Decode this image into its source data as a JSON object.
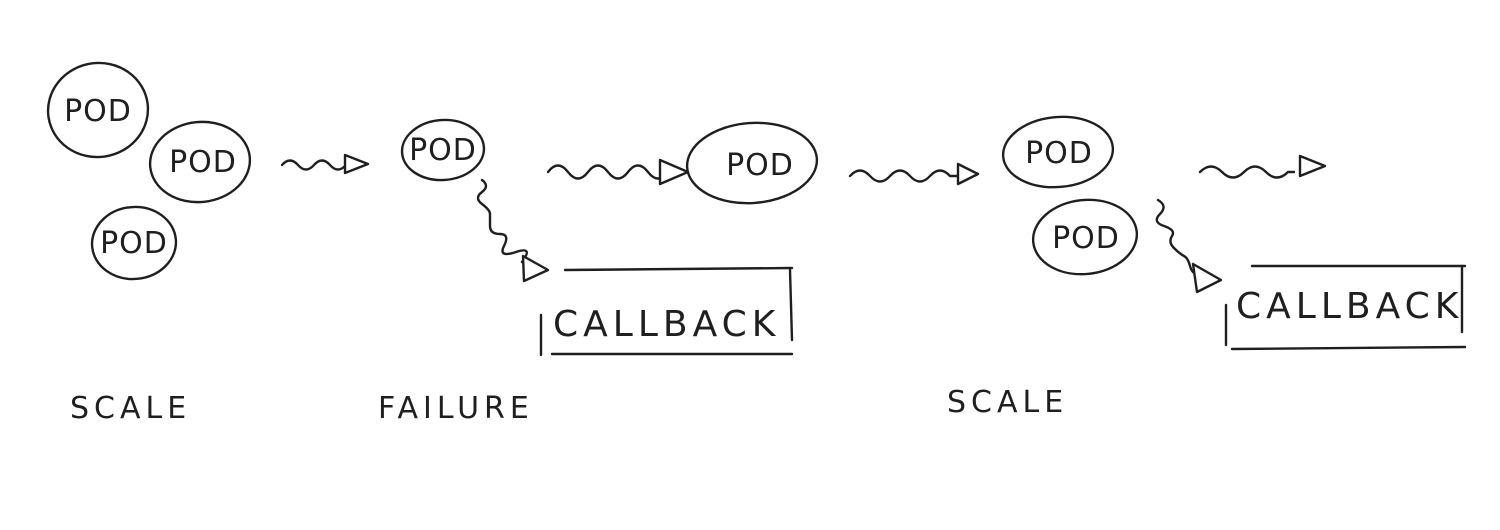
{
  "pods": {
    "pod_1": "POD",
    "pod_2": "POD",
    "pod_3": "POD",
    "pod_4": "POD",
    "pod_5": "POD",
    "pod_6": "POD",
    "pod_7": "POD"
  },
  "callbacks": {
    "callback_1": "CALLBACK",
    "callback_2": "CALLBACK"
  },
  "stages": {
    "scale_1": "SCALE",
    "failure": "FAILURE",
    "scale_2": "SCALE"
  },
  "colors": {
    "ink": "#1f1f1f",
    "paper": "#ffffff"
  }
}
